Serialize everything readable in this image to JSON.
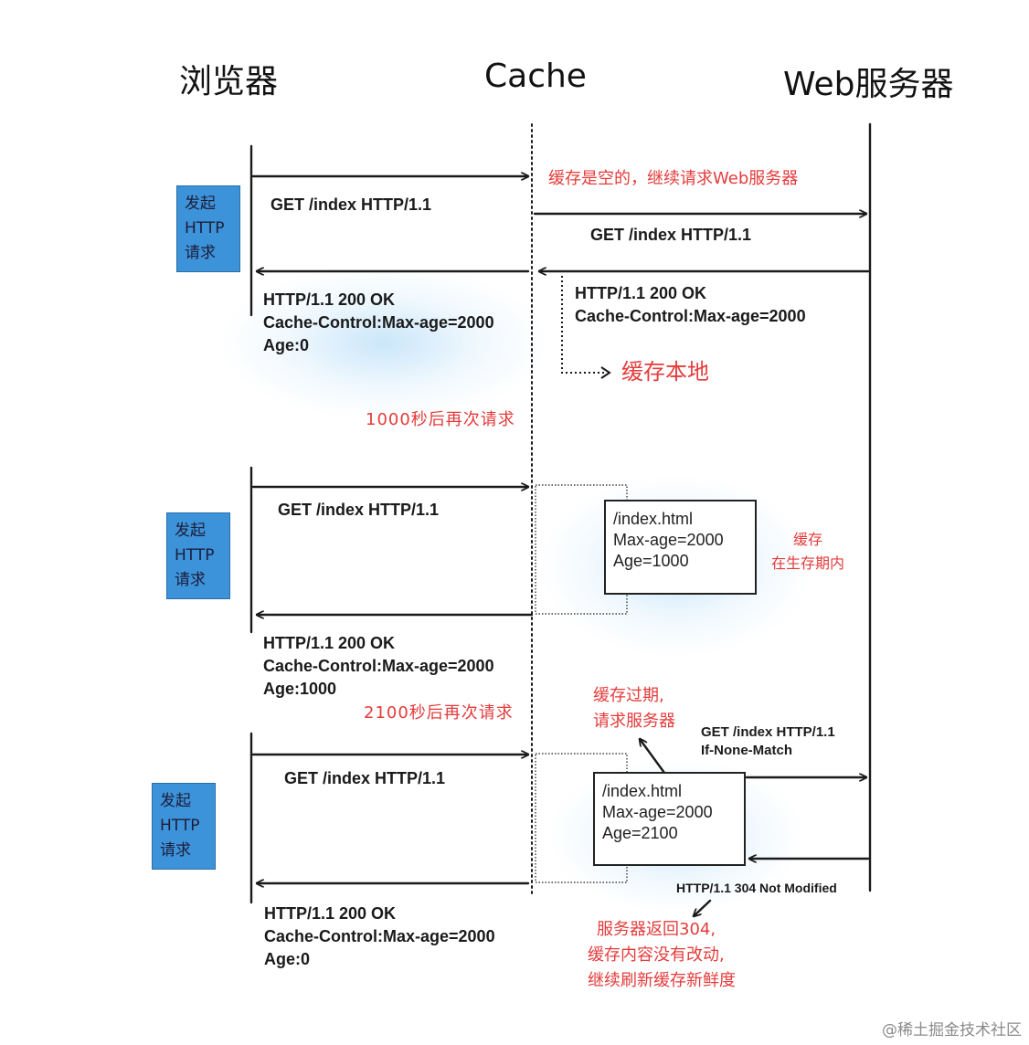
{
  "headers": {
    "browser": "浏览器",
    "cache": "Cache",
    "server": "Web服务器"
  },
  "badge": {
    "line1": "发起",
    "line2": "HTTP",
    "line3": "请求"
  },
  "phase1": {
    "request": "GET /index HTTP/1.1",
    "cache_note": "缓存是空的，继续请求Web服务器",
    "forward_request": "GET /index HTTP/1.1",
    "server_response": [
      "HTTP/1.1 200 OK",
      "Cache-Control:Max-age=2000"
    ],
    "store_note": "缓存本地",
    "browser_response": [
      "HTTP/1.1 200 OK",
      "Cache-Control:Max-age=2000",
      "Age:0"
    ]
  },
  "delay1": "1000秒后再次请求",
  "phase2": {
    "request": "GET /index HTTP/1.1",
    "cache_box": [
      "/index.html",
      "Max-age=2000",
      "Age=1000"
    ],
    "note": [
      "缓存",
      "在生存期内"
    ],
    "browser_response": [
      "HTTP/1.1 200 OK",
      "Cache-Control:Max-age=2000",
      "Age:1000"
    ]
  },
  "delay2": "2100秒后再次请求",
  "phase3": {
    "request": "GET /index HTTP/1.1",
    "expired_note": [
      "缓存过期,",
      "请求服务器"
    ],
    "forward_request": [
      "GET /index HTTP/1.1",
      "If-None-Match"
    ],
    "cache_box": [
      "/index.html",
      "Max-age=2000",
      "Age=2100"
    ],
    "server_response": "HTTP/1.1 304 Not Modified",
    "refresh_note": [
      "服务器返回304,",
      "缓存内容没有改动,",
      "继续刷新缓存新鲜度"
    ],
    "browser_response": [
      "HTTP/1.1 200 OK",
      "Cache-Control:Max-age=2000",
      "Age:0"
    ]
  },
  "watermark": "@稀土掘金技术社区",
  "colors": {
    "note_red": "#e53b3b",
    "badge_blue": "#3d93d9",
    "line_black": "#1a1a1a"
  }
}
